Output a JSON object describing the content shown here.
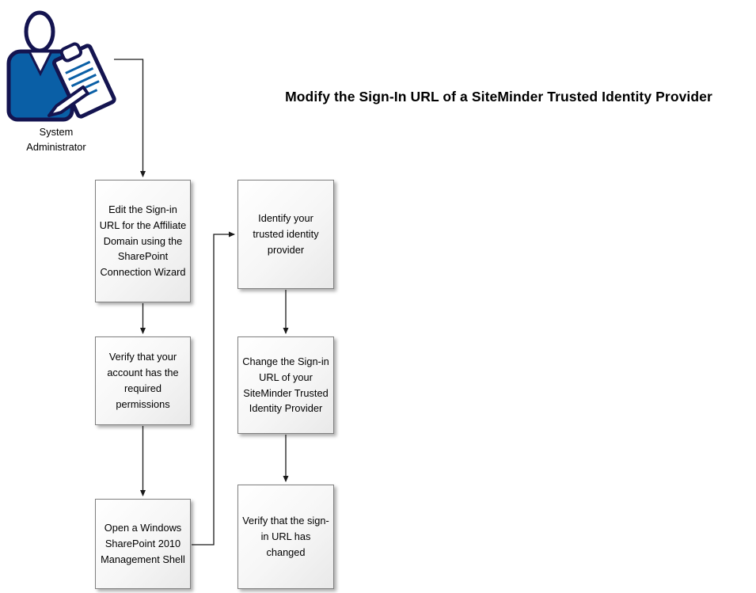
{
  "title": "Modify the Sign-In URL of a SiteMinder Trusted Identity Provider",
  "actor": {
    "label": "System Administrator",
    "icon": "system-administrator-clipboard-icon"
  },
  "steps": [
    {
      "label": "Edit the Sign-in URL for the Affiliate Domain using the SharePoint Connection Wizard"
    },
    {
      "label": "Verify that your account has the required permissions"
    },
    {
      "label": "Open a Windows SharePoint 2010 Management Shell"
    },
    {
      "label": "Identify your trusted identity provider"
    },
    {
      "label": "Change the Sign-in URL of your SiteMinder Trusted Identity Provider"
    },
    {
      "label": "Verify that the sign-in URL has changed"
    }
  ],
  "flow": [
    "actor -> step1",
    "step1 -> step2",
    "step2 -> step3",
    "step3 -> step4",
    "step4 -> step5",
    "step5 -> step6"
  ],
  "colors": {
    "icon_blue": "#0a5fa6",
    "icon_outline": "#141450",
    "box_border": "#7f7f7f",
    "arrow": "#1a1a1a",
    "background": "#ffffff"
  }
}
